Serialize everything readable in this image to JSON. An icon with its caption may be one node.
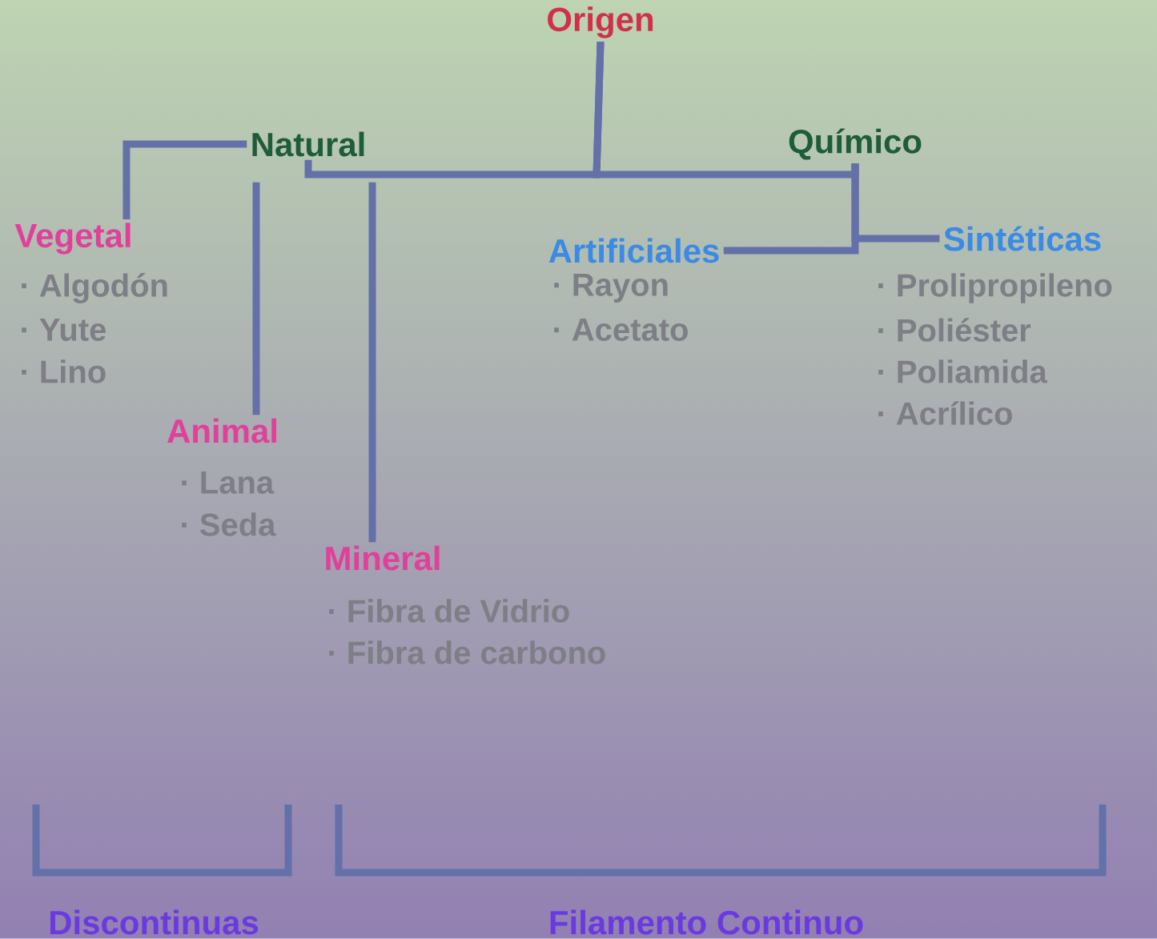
{
  "diagram": {
    "nodes": [
      {
        "text": [
          "Origen"
        ]
      },
      {
        "text": [
          "Natural"
        ]
      },
      {
        "text": [
          "Químico"
        ]
      },
      {
        "text": [
          "Vegetal"
        ],
        "beside": [
          "· Algodón",
          "· Yute",
          "· Lino"
        ]
      },
      {
        "text": [
          "Animal"
        ],
        "beside": [
          "· Lana",
          "· Seda"
        ]
      },
      {
        "text": [
          "Mineral"
        ],
        "beside": [
          "· Fibra de Vidrio",
          "· Fibra de carbono"
        ]
      },
      {
        "text": [
          "Artificiales"
        ],
        "beside": [
          "· Rayon",
          "· Acetato"
        ]
      },
      {
        "text": [
          "Sintéticas"
        ],
        "beside": [
          "· Prolipropileno",
          "· Poliéster",
          "· Poliamida",
          "· Acrílico"
        ]
      }
    ],
    "edges": [
      {
        "from": 0,
        "to": 1,
        "arrow": "none"
      },
      {
        "from": 0,
        "to": 2,
        "arrow": "none"
      },
      {
        "from": 1,
        "to": 3,
        "arrow": "none"
      },
      {
        "from": 1,
        "to": 4,
        "arrow": "none"
      },
      {
        "from": 1,
        "to": 5,
        "arrow": "none"
      },
      {
        "from": 2,
        "to": 6,
        "arrow": "none"
      },
      {
        "from": 2,
        "to": 7,
        "arrow": "none"
      }
    ],
    "labels": [
      "Discontinuas",
      "Filamento Continuo"
    ]
  }
}
